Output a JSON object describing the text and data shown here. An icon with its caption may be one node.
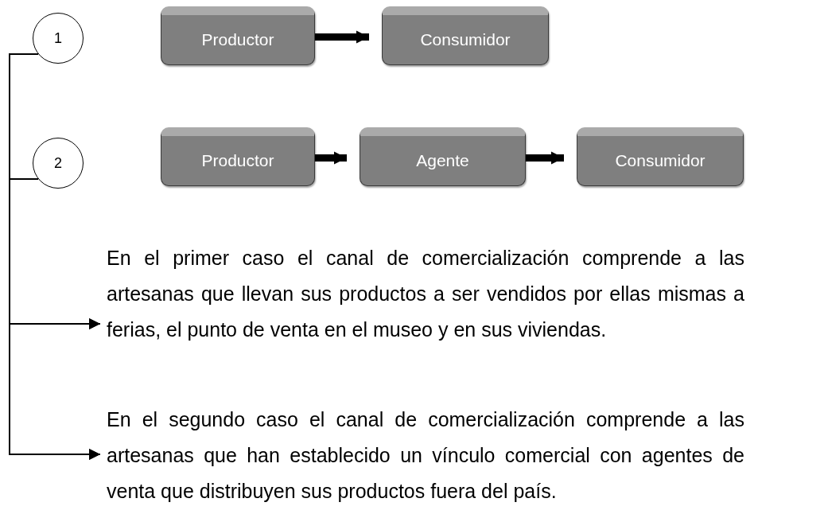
{
  "diagram": {
    "nodes": [
      {
        "text": [
          "1"
        ]
      },
      {
        "text": [
          "2"
        ]
      },
      {
        "text": [
          "Productor"
        ]
      },
      {
        "text": [
          "Consumidor"
        ]
      },
      {
        "text": [
          "Productor"
        ]
      },
      {
        "text": [
          "Agente"
        ]
      },
      {
        "text": [
          "Consumidor"
        ]
      },
      {
        "text": [
          "En el primer caso el canal de comercialización comprende a las artesanas que llevan sus productos a ser vendidos por ellas mismas a ferias, el punto de venta en el museo y en sus viviendas."
        ]
      },
      {
        "text": [
          "En el segundo caso el canal de comercialización comprende a las artesanas que han establecido un vínculo comercial con agentes de venta que distribuyen sus productos fuera del país."
        ]
      }
    ],
    "edges": [
      {
        "from": 2,
        "to": 3,
        "arrow": "to",
        "style": "thick"
      },
      {
        "from": 4,
        "to": 5,
        "arrow": "to",
        "style": "thick"
      },
      {
        "from": 5,
        "to": 6,
        "arrow": "to",
        "style": "thick"
      },
      {
        "from": 0,
        "to": 7,
        "arrow": "to"
      },
      {
        "from": 0,
        "to": 8,
        "arrow": "to"
      },
      {
        "from": 1,
        "to": 7,
        "arrow": "to"
      },
      {
        "from": 1,
        "to": 8,
        "arrow": "to"
      }
    ]
  }
}
